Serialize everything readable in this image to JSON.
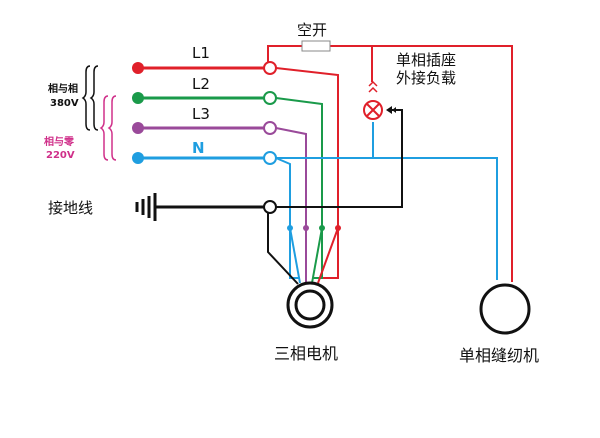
{
  "lines": {
    "L1": "L1",
    "L2": "L2",
    "L3": "L3",
    "N": "N",
    "ground": "接地线"
  },
  "voltage": {
    "phase_to_phase_label": "相与相",
    "phase_to_phase_value": "380V",
    "phase_to_neutral_label": "相与零",
    "phase_to_neutral_value": "220V"
  },
  "breaker_label": "空开",
  "socket_label_line1": "单相插座",
  "socket_label_line2": "外接负载",
  "motor_label": "三相电机",
  "sewing_label": "单相缝纫机",
  "colors": {
    "L1": "#e0202a",
    "L2": "#1a9a4a",
    "L3": "#9a4a9a",
    "N": "#1f9ee0",
    "ground": "#111111",
    "pink": "#d0308a"
  }
}
